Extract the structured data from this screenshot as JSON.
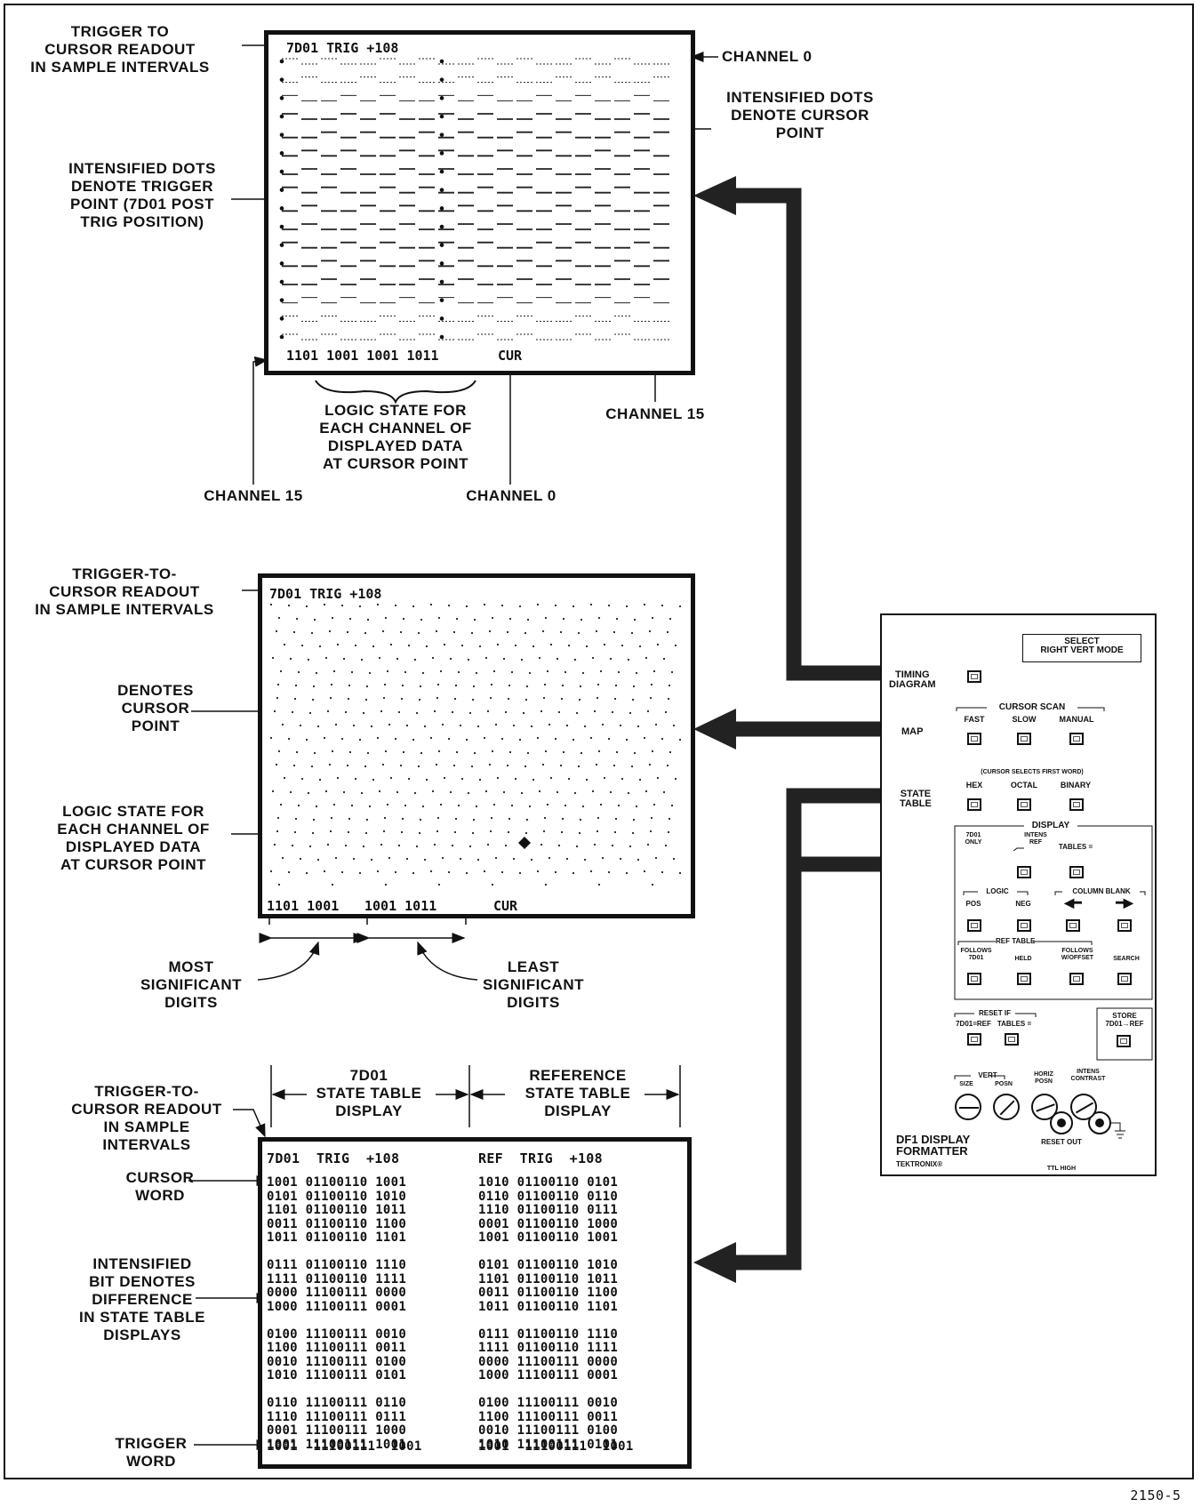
{
  "figure_number": "2150-5",
  "timing": {
    "readout": "7D01 TRIG  +108",
    "bits": "1101 1001 1001 1011",
    "cur": "CUR",
    "label_trigger_readout": [
      "TRIGGER TO",
      "CURSOR READOUT",
      "IN SAMPLE INTERVALS"
    ],
    "label_channel0_top": "CHANNEL 0",
    "label_cursor_dots": [
      "INTENSIFIED DOTS",
      "DENOTE CURSOR",
      "POINT"
    ],
    "label_trigger_dots": [
      "INTENSIFIED DOTS",
      "DENOTE TRIGGER",
      "POINT (7D01 POST",
      "TRIG POSITION)"
    ],
    "label_logic_state": [
      "LOGIC STATE FOR",
      "EACH CHANNEL OF",
      "DISPLAYED DATA",
      "AT CURSOR POINT"
    ],
    "label_channel15_right": "CHANNEL 15",
    "label_channel15_bottom": "CHANNEL 15",
    "label_channel0_bottom": "CHANNEL 0"
  },
  "map": {
    "readout": "7D01 TRIG  +108",
    "bits_ms": "1101 1001",
    "bits_ls": "1001 1011",
    "cur": "CUR",
    "label_trigger_readout": [
      "TRIGGER-TO-",
      "CURSOR READOUT",
      "IN SAMPLE INTERVALS"
    ],
    "label_cursor_point": [
      "DENOTES",
      "CURSOR",
      "POINT"
    ],
    "label_logic_state": [
      "LOGIC STATE FOR",
      "EACH CHANNEL OF",
      "DISPLAYED DATA",
      "AT CURSOR POINT"
    ],
    "label_msd": [
      "MOST",
      "SIGNIFICANT",
      "DIGITS"
    ],
    "label_lsd": [
      "LEAST",
      "SIGNIFICANT",
      "DIGITS"
    ]
  },
  "state_table": {
    "header_left": [
      "7D01",
      "STATE TABLE",
      "DISPLAY"
    ],
    "header_right": [
      "REFERENCE",
      "STATE TABLE",
      "DISPLAY"
    ],
    "readout_left": "7D01  TRIG  +108",
    "readout_right": "REF  TRIG  +108",
    "rows_left": [
      "1001 01100110 1001",
      "0101 01100110 1010",
      "1101 01100110 1011",
      "0011 01100110 1100",
      "1011 01100110 1101",
      "0111 01100110 1110",
      "1111 01100110 1111",
      "0000 11100111 0000",
      "1000 11100111 0001",
      "0100 11100111 0010",
      "1100 11100111 0011",
      "0010 11100111 0100",
      "1010 11100111 0101",
      "0110 11100111 0110",
      "1110 11100111 0111",
      "0001 11100111 1000",
      "1001 11100111 1001"
    ],
    "trigger_row_left": "1001  11100111  1001",
    "rows_right": [
      "1010 01100110 0101",
      "0110 01100110 0110",
      "1110 01100110 0111",
      "0001 01100110 1000",
      "1001 01100110 1001",
      "0101 01100110 1010",
      "1101 01100110 1011",
      "0011 01100110 1100",
      "1011 01100110 1101",
      "0111 01100110 1110",
      "1111 01100110 1111",
      "0000 11100111 0000",
      "1000 11100111 0001",
      "0100 11100111 0010",
      "1100 11100111 0011",
      "0010 11100111 0100",
      "1010 11100111 0101"
    ],
    "trigger_row_right": "1001  11100111  1001",
    "label_trigger_readout": [
      "TRIGGER-TO-",
      "CURSOR READOUT",
      "IN SAMPLE",
      "INTERVALS"
    ],
    "label_cursor_word": [
      "CURSOR",
      "WORD"
    ],
    "label_intensified_bit": [
      "INTENSIFIED",
      "BIT DENOTES",
      "DIFFERENCE",
      "IN STATE TABLE",
      "DISPLAYS"
    ],
    "label_trigger_word": [
      "TRIGGER",
      "WORD"
    ]
  },
  "panel": {
    "select_title": [
      "SELECT",
      "RIGHT VERT MODE"
    ],
    "timing_diagram": [
      "TIMING",
      "DIAGRAM"
    ],
    "map": "MAP",
    "state_table": [
      "STATE",
      "TABLE"
    ],
    "cursor_scan": "CURSOR SCAN",
    "fast": "FAST",
    "slow": "SLOW",
    "manual": "MANUAL",
    "cursor_selects": "(CURSOR SELECTS FIRST WORD)",
    "hex": "HEX",
    "octal": "OCTAL",
    "binary": "BINARY",
    "display": "DISPLAY",
    "only_7d01": [
      "7D01",
      "ONLY"
    ],
    "intens_ref": [
      "INTENS",
      "REF"
    ],
    "tables_eq": "TABLES =",
    "logic": "LOGIC",
    "pos": "POS",
    "neg": "NEG",
    "column_blank": "COLUMN BLANK",
    "ref_table": "REF TABLE",
    "follows_7d01": [
      "FOLLOWS",
      "7D01"
    ],
    "held": "HELD",
    "follows_offset": [
      "FOLLOWS",
      "W/OFFSET"
    ],
    "search": "SEARCH",
    "reset_if": "RESET IF",
    "reset_7d01_ref": "7D01=REF",
    "reset_tables": "TABLES =",
    "store": [
      "STORE",
      "7D01→REF"
    ],
    "vert": "VERT",
    "size": "SIZE",
    "posn": "POSN",
    "horiz_posn": [
      "HORIZ",
      "POSN"
    ],
    "intens_contrast": [
      "INTENS",
      "CONTRAST"
    ],
    "reset_out": "RESET OUT",
    "ttl_high": "TTL HIGH",
    "title": [
      "DF1 DISPLAY",
      "FORMATTER"
    ],
    "brand": "TEKTRONIX®"
  }
}
